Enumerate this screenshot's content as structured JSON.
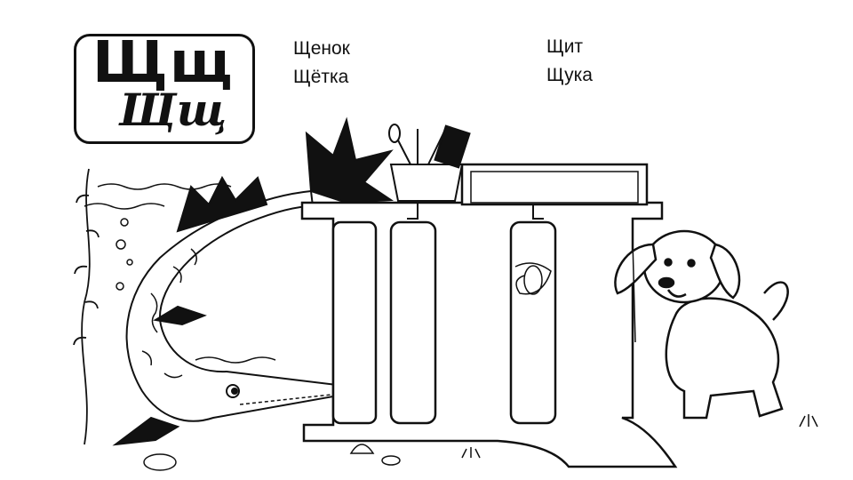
{
  "letter_card": {
    "print_letters": "Щщ",
    "script_letters": "Щщ"
  },
  "words": [
    "Щенок",
    "Щётка",
    "Щит",
    "Щука"
  ],
  "illustration": {
    "subjects": [
      "pike-fish",
      "puppy",
      "toothbrush-cup",
      "picture-frame",
      "letter-shcha-shelf"
    ]
  }
}
